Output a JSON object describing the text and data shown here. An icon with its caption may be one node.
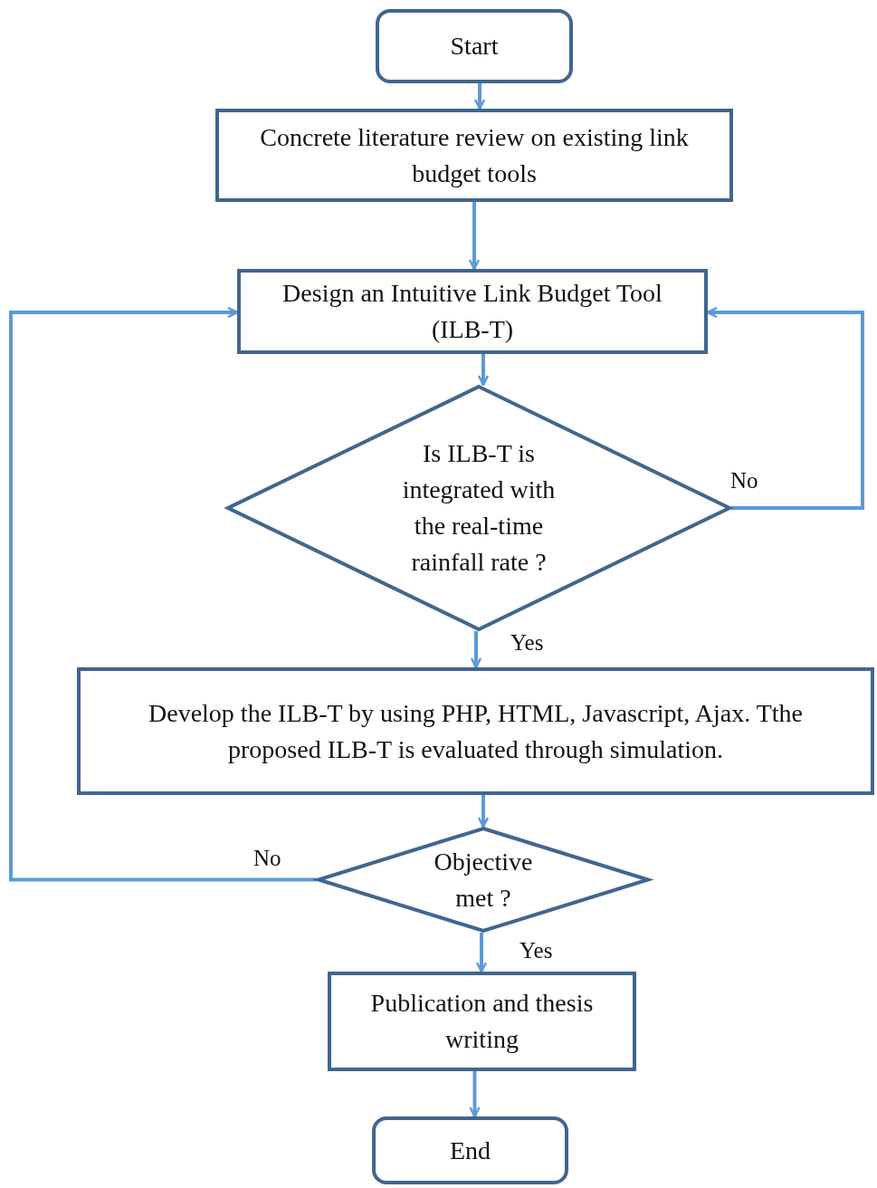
{
  "diagram": {
    "nodes": [
      {
        "text": [
          "Start"
        ]
      },
      {
        "text": [
          "Concrete literature review on existing link budget tools"
        ]
      },
      {
        "text": [
          "Design an Intuitive Link Budget Tool (ILB-T)"
        ]
      },
      {
        "text": [
          "Is ILB-T is integrated with the real-time rainfall rate ?"
        ]
      },
      {
        "text": [
          "Develop the ILB-T by using PHP, HTML, Javascript, Ajax. Tthe proposed ILB-T is evaluated through simulation."
        ]
      },
      {
        "text": [
          "Objective met ?"
        ]
      },
      {
        "text": [
          "Publication and thesis writing"
        ]
      },
      {
        "text": [
          "End"
        ]
      }
    ],
    "edges": [
      {
        "from": 0,
        "to": 1,
        "arrow": "to"
      },
      {
        "from": 1,
        "to": 2,
        "arrow": "to"
      },
      {
        "from": 2,
        "to": 3,
        "arrow": "to"
      },
      {
        "from": 3,
        "to": 2,
        "arrow": "to",
        "label": "No"
      },
      {
        "from": 3,
        "to": 4,
        "arrow": "to",
        "label": "Yes"
      },
      {
        "from": 4,
        "to": 5,
        "arrow": "to"
      },
      {
        "from": 5,
        "to": 2,
        "arrow": "to",
        "label": "No"
      },
      {
        "from": 5,
        "to": 6,
        "arrow": "to",
        "label": "Yes"
      },
      {
        "from": 6,
        "to": 7,
        "arrow": "to"
      }
    ]
  }
}
